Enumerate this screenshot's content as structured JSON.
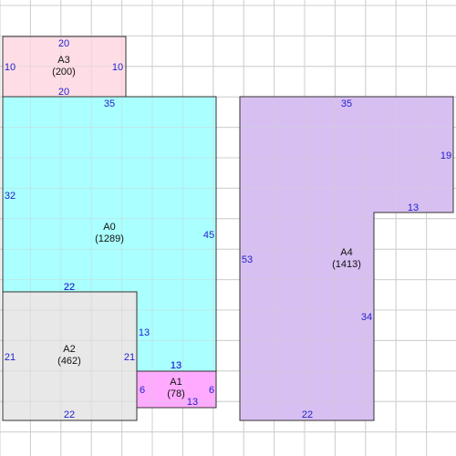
{
  "colors": {
    "grid": "#cfcfcf",
    "outline": "#333333",
    "dimension_text": "#2222cc",
    "label_text": "#111111",
    "A0": "#aaffff",
    "A1": "#ffaaff",
    "A2": "#e8e8e8",
    "A3": "#ffdde6",
    "A4": "#d8bff2"
  },
  "rooms": [
    {
      "id": "A3",
      "name": "A3",
      "area": "(200)",
      "dims": {
        "top": "20",
        "bottom": "20",
        "left": "10",
        "right": "10"
      }
    },
    {
      "id": "A0",
      "name": "A0",
      "area": "(1289)",
      "dims": {
        "top": "35",
        "left": "32",
        "right": "45",
        "inner_top": "22",
        "inner_right": "13",
        "bottom": "13"
      }
    },
    {
      "id": "A2",
      "name": "A2",
      "area": "(462)",
      "dims": {
        "top": "22",
        "left": "21",
        "right": "21",
        "bottom": "22"
      }
    },
    {
      "id": "A1",
      "name": "A1",
      "area": "(78)",
      "dims": {
        "top": "13",
        "left": "6",
        "right": "6",
        "bottom": "13"
      }
    },
    {
      "id": "A4",
      "name": "A4",
      "area": "(1413)",
      "dims": {
        "top": "35",
        "right": "19",
        "notch": "13",
        "inner_right": "34",
        "left": "53",
        "bottom": "22"
      }
    }
  ]
}
